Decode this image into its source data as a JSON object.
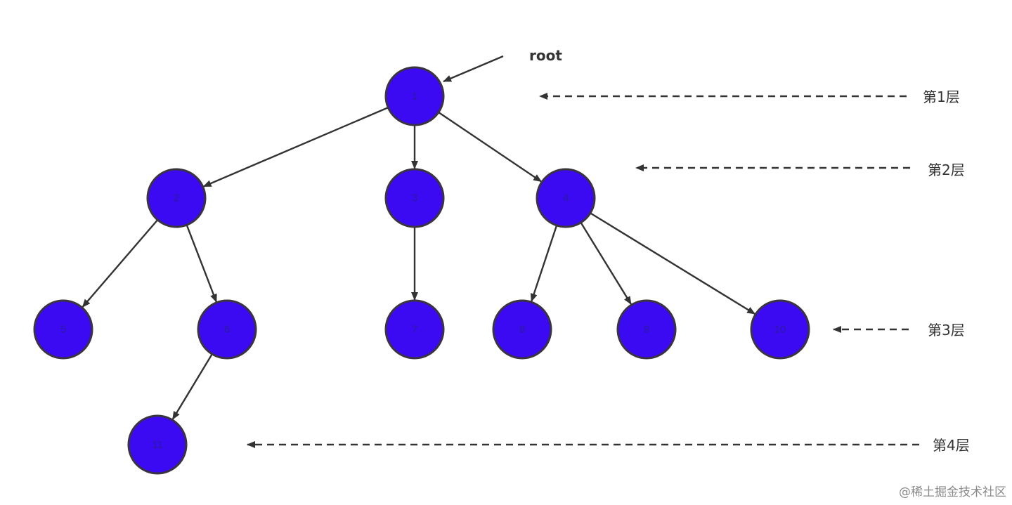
{
  "root_label": "root",
  "nodes": [
    {
      "id": "1",
      "label": "1"
    },
    {
      "id": "2",
      "label": "2"
    },
    {
      "id": "3",
      "label": "3"
    },
    {
      "id": "4",
      "label": "4"
    },
    {
      "id": "5",
      "label": "5"
    },
    {
      "id": "6",
      "label": "6"
    },
    {
      "id": "7",
      "label": "7"
    },
    {
      "id": "8",
      "label": "8"
    },
    {
      "id": "9",
      "label": "9"
    },
    {
      "id": "10",
      "label": "10"
    },
    {
      "id": "11",
      "label": "11"
    }
  ],
  "edges": [
    {
      "from": "1",
      "to": "2"
    },
    {
      "from": "1",
      "to": "3"
    },
    {
      "from": "1",
      "to": "4"
    },
    {
      "from": "2",
      "to": "5"
    },
    {
      "from": "2",
      "to": "6"
    },
    {
      "from": "3",
      "to": "7"
    },
    {
      "from": "4",
      "to": "8"
    },
    {
      "from": "4",
      "to": "9"
    },
    {
      "from": "4",
      "to": "10"
    },
    {
      "from": "6",
      "to": "11"
    }
  ],
  "levels": [
    "第1层",
    "第2层",
    "第3层",
    "第4层"
  ],
  "watermark": "@稀土掘金技术社区",
  "colors": {
    "node_fill": "#3b0af2",
    "node_stroke": "#3a3340",
    "edge": "#333333"
  }
}
